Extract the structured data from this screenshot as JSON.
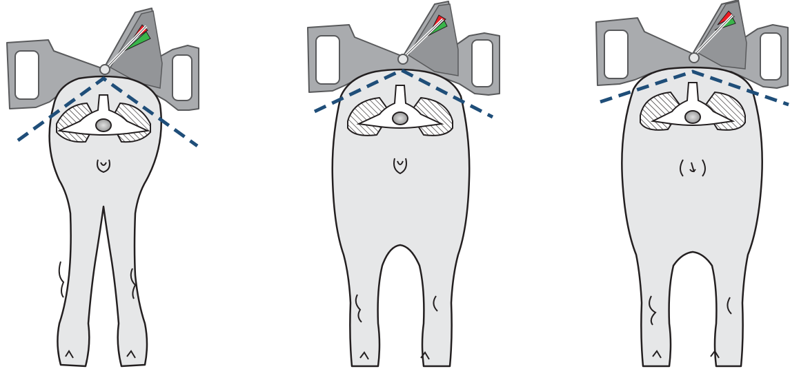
{
  "figure": {
    "panels": [
      {
        "id": "thin",
        "condition": "thin"
      },
      {
        "id": "ideal",
        "condition": "ideal"
      },
      {
        "id": "heavy",
        "condition": "heavy"
      }
    ],
    "colors": {
      "caliper_fill": "#a9abae",
      "caliper_dark": "#939598",
      "caliper_stroke": "#58595b",
      "body_fill": "#e6e7e8",
      "outline": "#231f20",
      "dashed_line": "#1f4e79",
      "gauge_red": "#ed1c24",
      "gauge_green": "#39b54a",
      "gauge_white": "#ffffff"
    }
  }
}
